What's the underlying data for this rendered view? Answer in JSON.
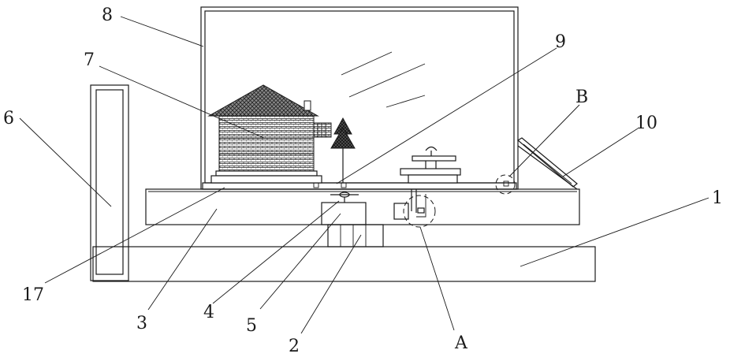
{
  "labels": {
    "l1": "1",
    "l2": "2",
    "l3": "3",
    "l4": "4",
    "l5": "5",
    "l6": "6",
    "l7": "7",
    "l8": "8",
    "l9": "9",
    "l10": "10",
    "l17": "17",
    "lA": "A",
    "lB": "B"
  }
}
